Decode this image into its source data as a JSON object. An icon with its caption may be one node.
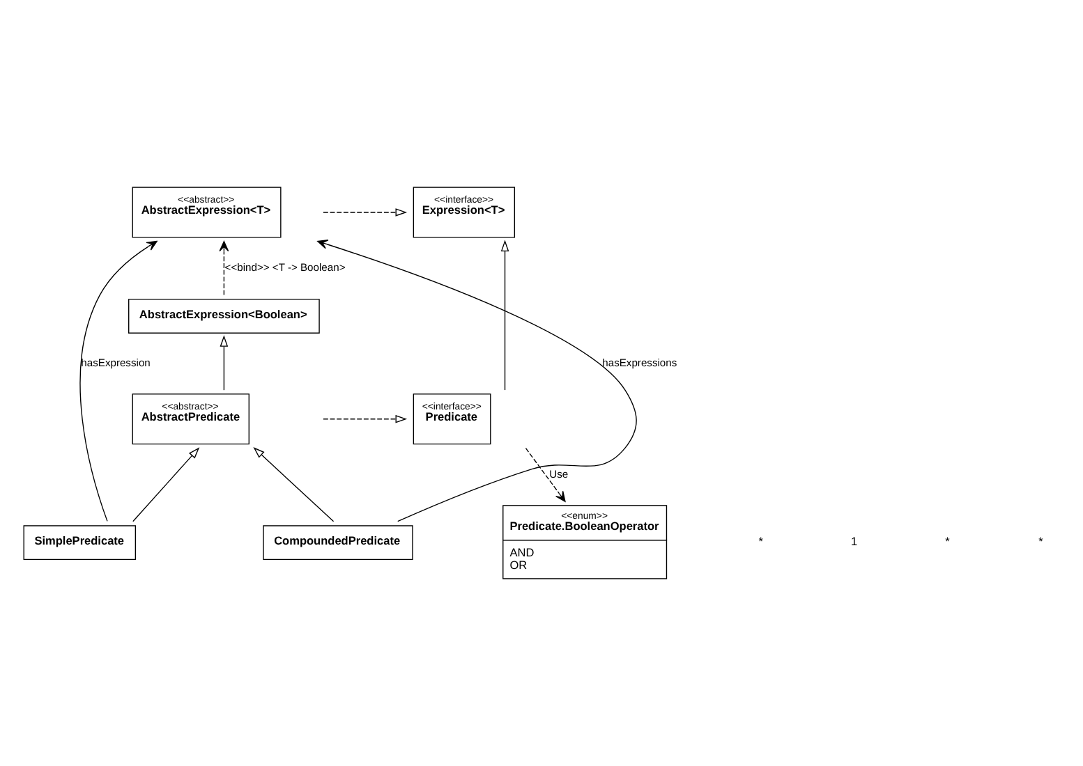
{
  "diagram": {
    "nodes": [
      {
        "text": [
          "<<abstract>>",
          "AbstractExpression<T>"
        ]
      },
      {
        "text": [
          "<<interface>>",
          "Expression<T>"
        ]
      },
      {
        "text": [
          "AbstractExpression<Boolean>"
        ]
      },
      {
        "text": [
          "<<abstract>>",
          "AbstractPredicate"
        ]
      },
      {
        "text": [
          "<<interface>>",
          "Predicate"
        ]
      },
      {
        "text": [
          "<<enum>>",
          "Predicate.BooleanOperator",
          "AND",
          "OR"
        ]
      },
      {
        "text": [
          "SimplePredicate"
        ]
      },
      {
        "text": [
          "CompoundedPredicate"
        ]
      }
    ],
    "edges": [
      {
        "from": 0,
        "to": 1,
        "arrow": "to",
        "style": "dashed"
      },
      {
        "from": 2,
        "to": 0,
        "arrow": "to",
        "style": "dashed",
        "label": "<<bind>> <T -> Boolean>"
      },
      {
        "from": 3,
        "to": 2,
        "arrow": "to"
      },
      {
        "from": 3,
        "to": 4,
        "arrow": "to",
        "style": "dashed"
      },
      {
        "from": 4,
        "to": 1,
        "arrow": "to"
      },
      {
        "from": 4,
        "to": 5,
        "arrow": "to",
        "style": "dashed",
        "label": "Use"
      },
      {
        "from": 6,
        "to": 3,
        "arrow": "to"
      },
      {
        "from": 7,
        "to": 3,
        "arrow": "to"
      },
      {
        "from": 6,
        "to": 0,
        "arrow": "to",
        "label": "hasExpression"
      },
      {
        "from": 7,
        "to": 0,
        "arrow": "to",
        "label": "hasExpressions"
      }
    ],
    "labels": [
      "*",
      "1",
      "*",
      "*"
    ]
  }
}
